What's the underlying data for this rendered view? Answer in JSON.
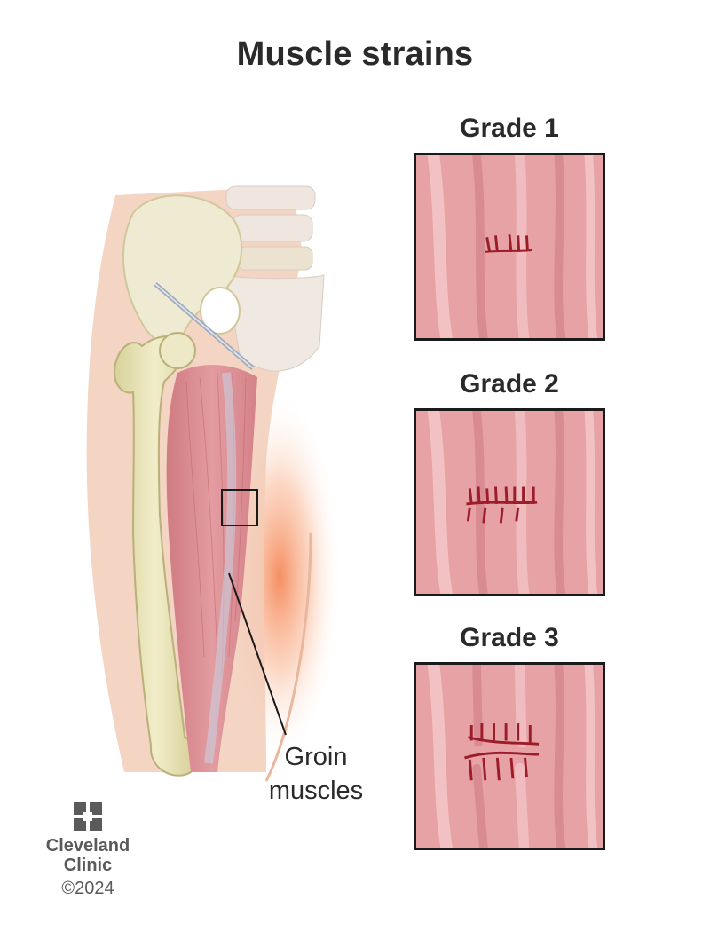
{
  "title": "Muscle strains",
  "grades": [
    {
      "label": "Grade 1"
    },
    {
      "label": "Grade 2"
    },
    {
      "label": "Grade 3"
    }
  ],
  "anatomy": {
    "callout_line1": "Groin",
    "callout_line2": "muscles"
  },
  "logo": {
    "name_line1": "Cleveland",
    "name_line2": "Clinic",
    "copyright": "©2024"
  },
  "colors": {
    "muscle": "#d98a8f",
    "muscle_light": "#ecb1b3",
    "bone": "#e8e3b8",
    "skin": "#eec2ad",
    "tear": "#9c1c2a",
    "inflammation": "#f58a5a",
    "logo_gray": "#5a5a5a"
  }
}
